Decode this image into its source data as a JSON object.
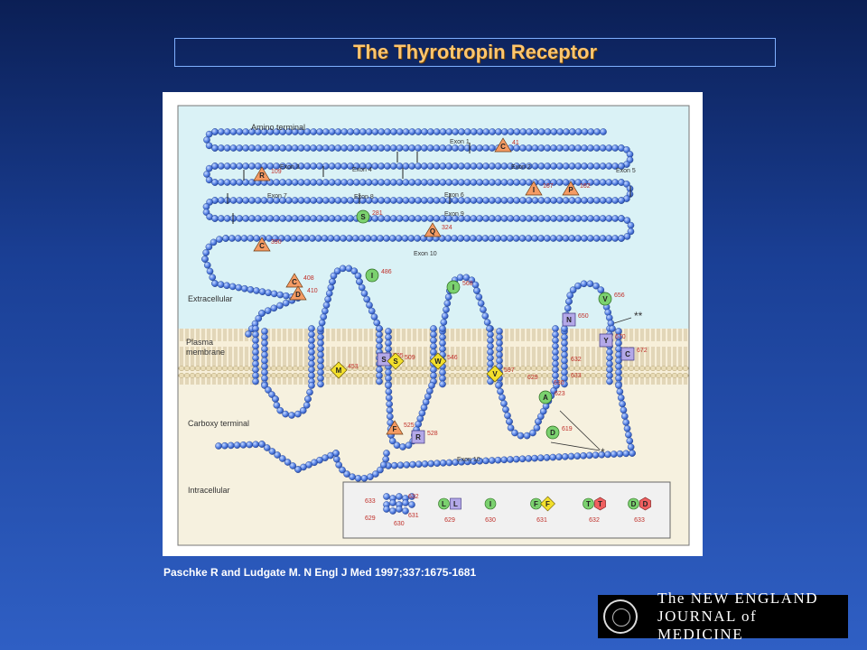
{
  "title": "The Thyrotropin Receptor",
  "caption": "Paschke R and Ludgate M. N Engl J Med 1997;337:1675-1681",
  "logo": {
    "line1": "The NEW ENGLAND",
    "line2": "JOURNAL of MEDICINE"
  },
  "figure": {
    "region_labels": {
      "amino_terminal": "Amino terminal",
      "extracellular": "Extracellular",
      "plasma_membrane": "Plasma membrane",
      "carboxy_terminal": "Carboxy terminal",
      "intracellular": "Intracellular"
    },
    "exons": [
      "Exon 1",
      "Exon 2",
      "Exon 3",
      "Exon 4",
      "Exon 5",
      "Exon 6",
      "Exon 7",
      "Exon 8",
      "Exon 9",
      "Exon 10",
      "Exon 10"
    ],
    "mutations": [
      {
        "residue": "C",
        "position": "41",
        "shape": "triangle"
      },
      {
        "residue": "R",
        "position": "109",
        "shape": "triangle"
      },
      {
        "residue": "I",
        "position": "167",
        "shape": "triangle"
      },
      {
        "residue": "P",
        "position": "162",
        "shape": "triangle"
      },
      {
        "residue": "S",
        "position": "281",
        "shape": "circle"
      },
      {
        "residue": "Q",
        "position": "324",
        "shape": "triangle"
      },
      {
        "residue": "C",
        "position": "390",
        "shape": "triangle"
      },
      {
        "residue": "C",
        "position": "408",
        "shape": "triangle"
      },
      {
        "residue": "D",
        "position": "410",
        "shape": "triangle"
      },
      {
        "residue": "I",
        "position": "486",
        "shape": "circle"
      },
      {
        "residue": "I",
        "position": "568",
        "shape": "circle"
      },
      {
        "residue": "V",
        "position": "656",
        "shape": "circle"
      },
      {
        "residue": "N",
        "position": "650",
        "shape": "square"
      },
      {
        "residue": "Y",
        "position": "670",
        "shape": "square"
      },
      {
        "residue": "C",
        "position": "672",
        "shape": "square"
      },
      {
        "residue": "M",
        "position": "453",
        "shape": "diamond"
      },
      {
        "residue": "S",
        "position": "505",
        "shape": "square"
      },
      {
        "residue": "S",
        "position": "509",
        "shape": "diamond"
      },
      {
        "residue": "W",
        "position": "546",
        "shape": "diamond"
      },
      {
        "residue": "V",
        "position": "597",
        "shape": "diamond"
      },
      {
        "residue": "A",
        "position": "623",
        "shape": "circle"
      },
      {
        "residue": "D",
        "position": "619",
        "shape": "circle"
      },
      {
        "residue": "F",
        "position": "525",
        "shape": "triangle"
      },
      {
        "residue": "R",
        "position": "528",
        "shape": "square"
      }
    ],
    "extra_numbers": [
      "632",
      "633",
      "630",
      "629"
    ],
    "star_labels": [
      "**",
      "*"
    ],
    "inset": {
      "cluster_numbers": [
        "633",
        "632",
        "629",
        "631",
        "630"
      ],
      "items": [
        {
          "residues": [
            "L",
            "L"
          ],
          "position": "629"
        },
        {
          "residues": [
            "I"
          ],
          "position": "630"
        },
        {
          "residues": [
            "F",
            "F"
          ],
          "position": "631"
        },
        {
          "residues": [
            "T",
            "T"
          ],
          "position": "632"
        },
        {
          "residues": [
            "D",
            "D"
          ],
          "position": "633"
        }
      ]
    }
  },
  "colors": {
    "bead_fill": "#5b86e6",
    "extracellular_bg": "#daf2f6",
    "intracellular_bg": "#f6f1df",
    "title_color": "#ffc66e"
  }
}
